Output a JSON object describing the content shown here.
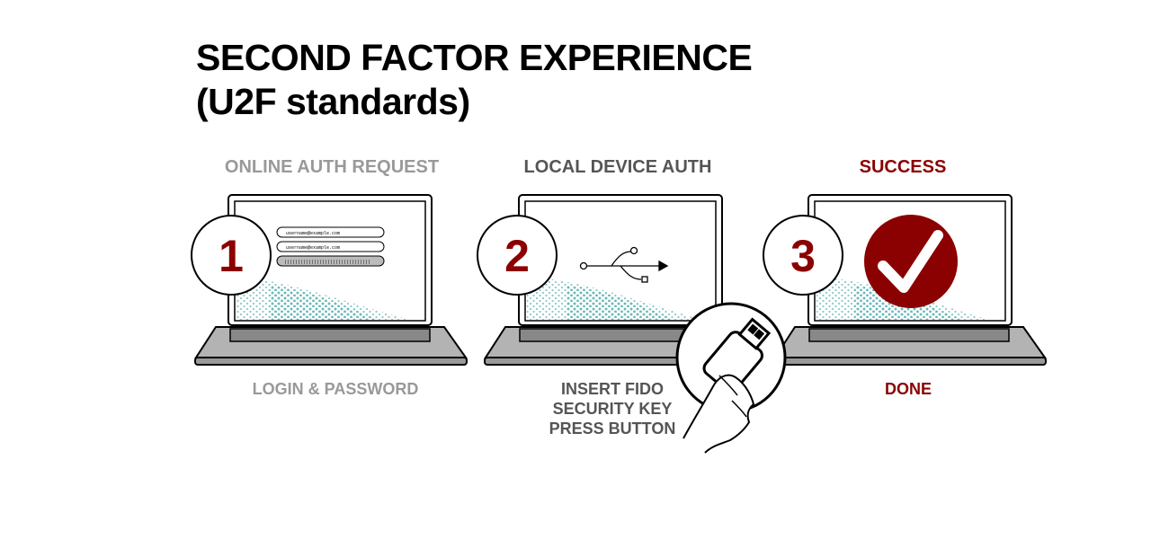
{
  "title": {
    "line1": "SECOND FACTOR EXPERIENCE",
    "line2": "(U2F standards)"
  },
  "colors": {
    "accent": "#8b0000",
    "dots": "#4aa7a7",
    "muted": "#999999",
    "dark": "#555555"
  },
  "steps": [
    {
      "number": "1",
      "label": "ONLINE AUTH REQUEST",
      "sublabel": "LOGIN & PASSWORD",
      "screen": {
        "field1": "username@example.com",
        "field2": "username@example.com",
        "password_mask": "||||||||||||||||||||||||||||||||"
      }
    },
    {
      "number": "2",
      "label": "LOCAL DEVICE AUTH",
      "sublabel_lines": [
        "INSERT FIDO",
        "SECURITY KEY",
        "PRESS BUTTON"
      ],
      "screen_icon": "usb-icon",
      "overlay_icon": "hand-pressing-usb-key-icon"
    },
    {
      "number": "3",
      "label": "SUCCESS",
      "sublabel": "DONE",
      "screen_icon": "checkmark-circle-icon"
    }
  ]
}
